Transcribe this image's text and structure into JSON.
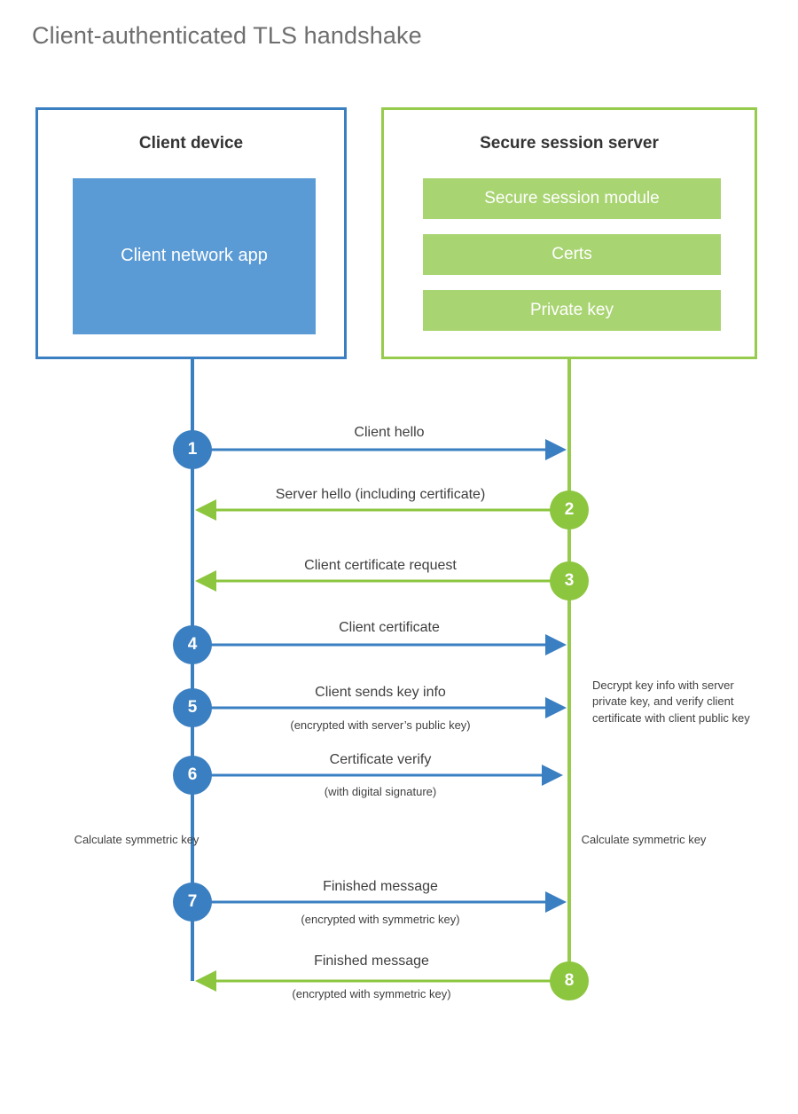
{
  "title": "Client-authenticated TLS handshake",
  "colors": {
    "client_accent": "#3a7fc1",
    "client_app_fill": "#5b9bd5",
    "server_accent": "#97cb4d",
    "server_circle": "#8cc63f",
    "server_module_fill": "#a9d472",
    "title_text": "#6e6e6e",
    "body_text": "#3f3f3f",
    "background": "#ffffff"
  },
  "parties": {
    "client": {
      "title": "Client device",
      "app_label": "Client network app"
    },
    "server": {
      "title": "Secure session server",
      "modules": [
        "Secure session module",
        "Certs",
        "Private key"
      ]
    }
  },
  "steps": [
    {
      "number": "1",
      "label": "Client hello",
      "sub": "",
      "direction": "client-to-server",
      "origin": "client"
    },
    {
      "number": "2",
      "label": "Server hello (including certificate)",
      "sub": "",
      "direction": "server-to-client",
      "origin": "server"
    },
    {
      "number": "3",
      "label": "Client certificate request",
      "sub": "",
      "direction": "server-to-client",
      "origin": "server"
    },
    {
      "number": "4",
      "label": "Client certificate",
      "sub": "",
      "direction": "client-to-server",
      "origin": "client"
    },
    {
      "number": "5",
      "label": "Client sends key info",
      "sub": "(encrypted with server’s public key)",
      "direction": "client-to-server",
      "origin": "client"
    },
    {
      "number": "6",
      "label": "Certificate verify",
      "sub": "(with digital signature)",
      "direction": "client-to-server",
      "origin": "client"
    },
    {
      "number": "7",
      "label": "Finished message",
      "sub": "(encrypted with symmetric key)",
      "direction": "client-to-server",
      "origin": "client"
    },
    {
      "number": "8",
      "label": "Finished message",
      "sub": "(encrypted with symmetric key)",
      "direction": "server-to-client",
      "origin": "server"
    }
  ],
  "annotations": {
    "server_decrypt": "Decrypt key info with server private key, and verify client certificate with client public key",
    "client_calc": "Calculate symmetric key",
    "server_calc": "Calculate symmetric key"
  }
}
